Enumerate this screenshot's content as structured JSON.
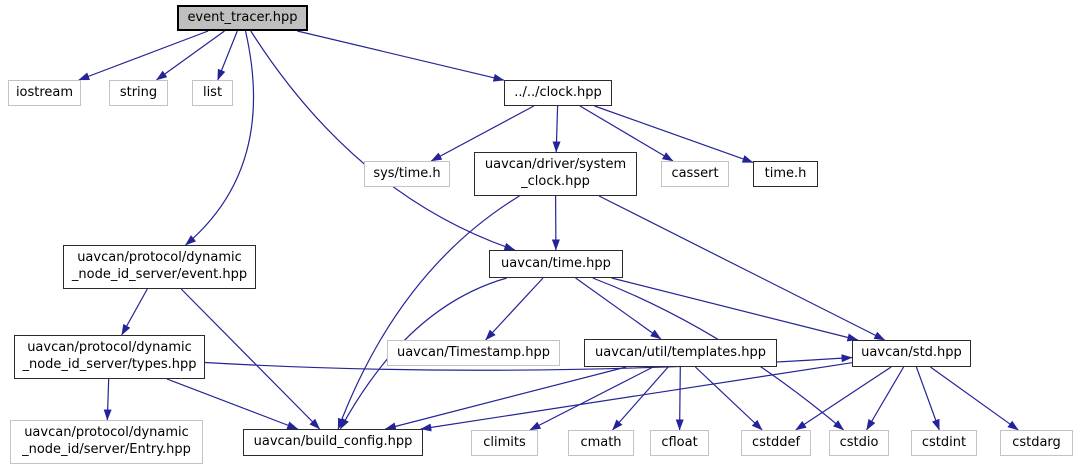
{
  "diagram": {
    "type": "include-dependency-graph",
    "root_file": "event_tracer.hpp",
    "colors": {
      "edge": "#242498",
      "current_node_fill": "#bfbfbf",
      "documented_node_border": "#2b2b2b",
      "external_node_border": "#c3c3c3",
      "background": "#ffffff"
    },
    "nodes": [
      {
        "id": "event_tracer",
        "label": "event_tracer.hpp",
        "style": "current"
      },
      {
        "id": "iostream",
        "label": "iostream",
        "style": "external"
      },
      {
        "id": "string",
        "label": "string",
        "style": "external"
      },
      {
        "id": "list",
        "label": "list",
        "style": "external"
      },
      {
        "id": "clock",
        "label": "../../clock.hpp",
        "style": "documented"
      },
      {
        "id": "sys_time",
        "label": "sys/time.h",
        "style": "external"
      },
      {
        "id": "system_clock",
        "label": "uavcan/driver/system\n_clock.hpp",
        "style": "documented"
      },
      {
        "id": "cassert",
        "label": "cassert",
        "style": "external"
      },
      {
        "id": "time_h",
        "label": "time.h",
        "style": "documented"
      },
      {
        "id": "event",
        "label": "uavcan/protocol/dynamic\n_node_id_server/event.hpp",
        "style": "documented"
      },
      {
        "id": "time",
        "label": "uavcan/time.hpp",
        "style": "documented"
      },
      {
        "id": "types",
        "label": "uavcan/protocol/dynamic\n_node_id_server/types.hpp",
        "style": "documented"
      },
      {
        "id": "timestamp",
        "label": "uavcan/Timestamp.hpp",
        "style": "external"
      },
      {
        "id": "templates",
        "label": "uavcan/util/templates.hpp",
        "style": "documented"
      },
      {
        "id": "std",
        "label": "uavcan/std.hpp",
        "style": "documented"
      },
      {
        "id": "entry",
        "label": "uavcan/protocol/dynamic\n_node_id/server/Entry.hpp",
        "style": "external"
      },
      {
        "id": "build_config",
        "label": "uavcan/build_config.hpp",
        "style": "documented"
      },
      {
        "id": "climits",
        "label": "climits",
        "style": "external"
      },
      {
        "id": "cmath",
        "label": "cmath",
        "style": "external"
      },
      {
        "id": "cfloat",
        "label": "cfloat",
        "style": "external"
      },
      {
        "id": "cstddef",
        "label": "cstddef",
        "style": "external"
      },
      {
        "id": "cstdio",
        "label": "cstdio",
        "style": "external"
      },
      {
        "id": "cstdint",
        "label": "cstdint",
        "style": "external"
      },
      {
        "id": "cstdarg",
        "label": "cstdarg",
        "style": "external"
      }
    ],
    "edges": [
      {
        "from": "event_tracer",
        "to": "iostream"
      },
      {
        "from": "event_tracer",
        "to": "string"
      },
      {
        "from": "event_tracer",
        "to": "list"
      },
      {
        "from": "event_tracer",
        "to": "event",
        "bend": 80
      },
      {
        "from": "event_tracer",
        "to": "time",
        "bend": -70
      },
      {
        "from": "event_tracer",
        "to": "clock"
      },
      {
        "from": "clock",
        "to": "sys_time"
      },
      {
        "from": "clock",
        "to": "system_clock"
      },
      {
        "from": "clock",
        "to": "cassert"
      },
      {
        "from": "clock",
        "to": "time_h"
      },
      {
        "from": "system_clock",
        "to": "time"
      },
      {
        "from": "system_clock",
        "to": "std"
      },
      {
        "from": "system_clock",
        "to": "build_config",
        "bend": -60
      },
      {
        "from": "time",
        "to": "timestamp"
      },
      {
        "from": "time",
        "to": "templates"
      },
      {
        "from": "time",
        "to": "std"
      },
      {
        "from": "time",
        "to": "cstdio",
        "bend": 30
      },
      {
        "from": "time",
        "to": "build_config",
        "bend": -60
      },
      {
        "from": "event",
        "to": "types"
      },
      {
        "from": "event",
        "to": "build_config"
      },
      {
        "from": "types",
        "to": "entry"
      },
      {
        "from": "types",
        "to": "std",
        "bend": -25
      },
      {
        "from": "types",
        "to": "build_config"
      },
      {
        "from": "templates",
        "to": "build_config"
      },
      {
        "from": "templates",
        "to": "climits"
      },
      {
        "from": "templates",
        "to": "cmath"
      },
      {
        "from": "templates",
        "to": "cfloat"
      },
      {
        "from": "templates",
        "to": "cstddef"
      },
      {
        "from": "std",
        "to": "build_config"
      },
      {
        "from": "std",
        "to": "cstddef"
      },
      {
        "from": "std",
        "to": "cstdio"
      },
      {
        "from": "std",
        "to": "cstdint"
      },
      {
        "from": "std",
        "to": "cstdarg"
      }
    ]
  }
}
